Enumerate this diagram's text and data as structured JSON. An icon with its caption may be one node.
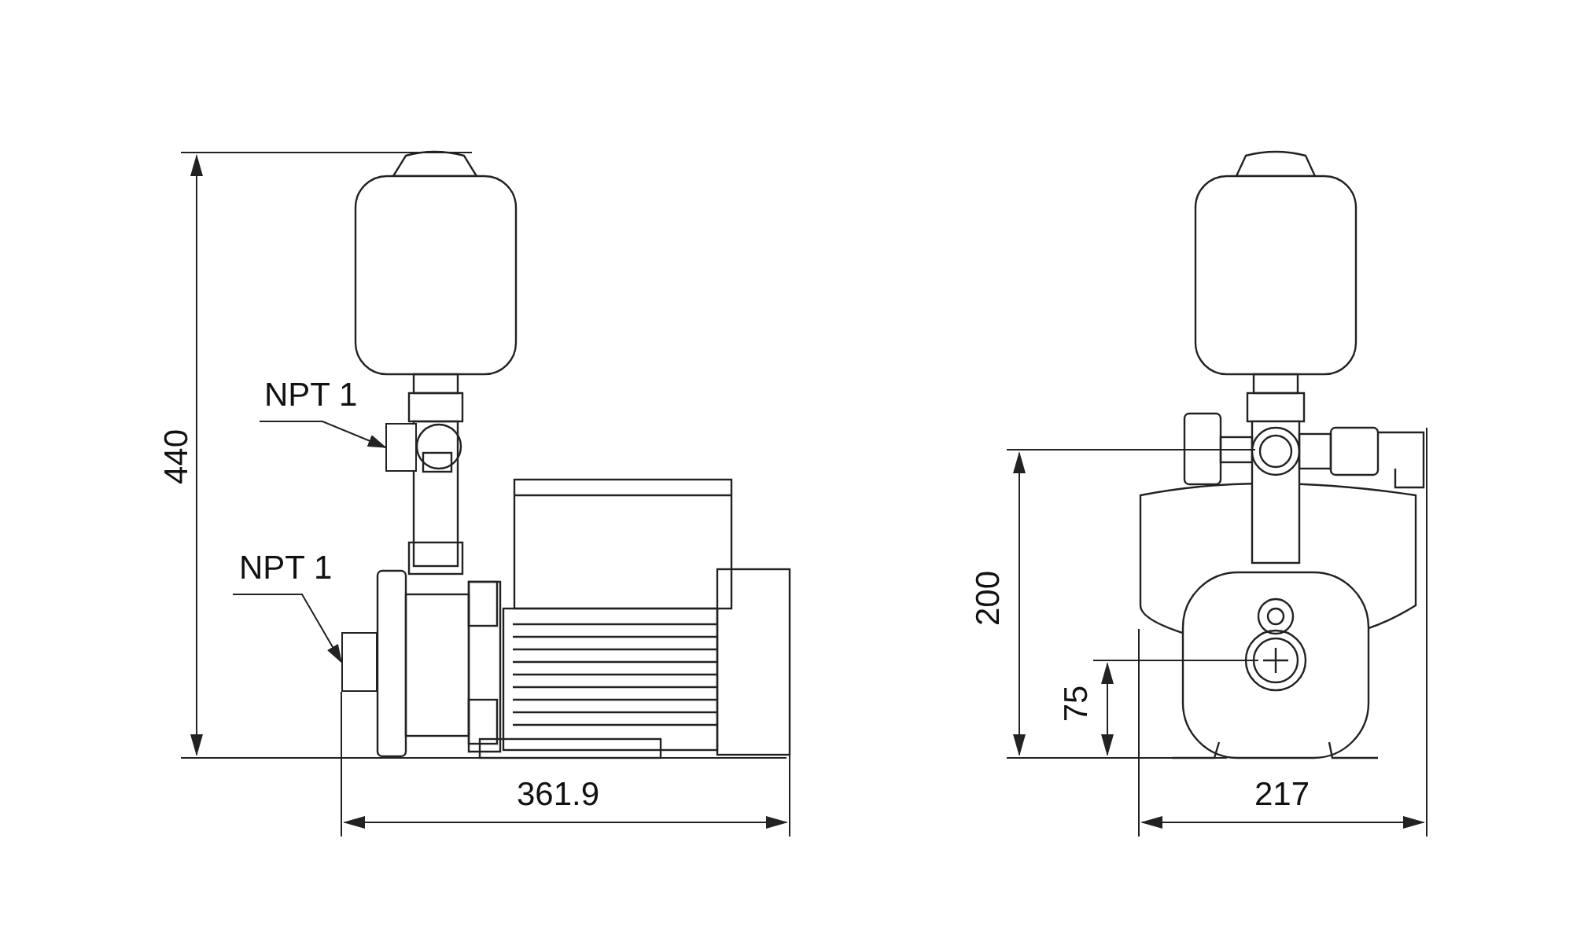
{
  "diagram": {
    "nodes": [
      {
        "text": [
          "NPT 1"
        ]
      },
      {
        "text": [],
        "shape": "box"
      },
      {
        "text": [
          "NPT 1"
        ]
      },
      {
        "text": [],
        "shape": "box"
      }
    ],
    "edges": [
      {
        "from": 0,
        "to": 1,
        "arrow": "to"
      },
      {
        "from": 2,
        "to": 3,
        "arrow": "to"
      }
    ],
    "labels": [
      "440",
      "361.9",
      "200",
      "75",
      "217"
    ]
  }
}
